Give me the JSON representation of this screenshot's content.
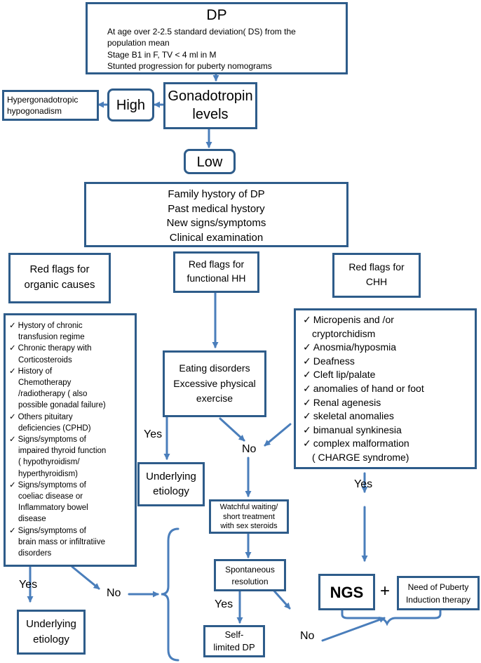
{
  "colors": {
    "line": "#4a7ebb",
    "box_border": "#2e5c8a"
  },
  "dp": {
    "title": "DP",
    "lines": [
      "At age over  2-2.5 standard deviation( DS) from the",
      "population mean",
      "Stage B1  in F, TV < 4 ml in M",
      "Stunted  progression for puberty nomograms"
    ]
  },
  "gonadotropin": {
    "line1": "Gonadotropin",
    "line2": "levels"
  },
  "high": "High",
  "hyper": {
    "line1": "Hypergonadotropic",
    "line2": "hypogonadism"
  },
  "low": "Low",
  "history": [
    "Family hystory of DP",
    "Past medical hystory",
    "New signs/symptoms",
    "Clinical examination"
  ],
  "red_flags": {
    "organic": [
      "Red flags for",
      "organic causes"
    ],
    "functional": [
      "Red flags for",
      "functional HH"
    ],
    "chh": [
      "Red flags for",
      "CHH"
    ]
  },
  "organic_list": [
    {
      "check": true,
      "text": "Hystory of  chronic"
    },
    {
      "check": false,
      "text": "transfusion regime"
    },
    {
      "check": true,
      "text": "Chronic therapy with"
    },
    {
      "check": false,
      "text": "Corticosteroids"
    },
    {
      "check": true,
      "text": "History of"
    },
    {
      "check": false,
      "text": "Chemotherapy"
    },
    {
      "check": false,
      "text": "/radiotherapy  ( also"
    },
    {
      "check": false,
      "text": "possible gonadal failure)"
    },
    {
      "check": true,
      "text": "Others pituitary"
    },
    {
      "check": false,
      "text": "deficiencies (CPHD)"
    },
    {
      "check": true,
      "text": "Signs/symptoms of"
    },
    {
      "check": false,
      "text": "impaired thyroid function"
    },
    {
      "check": false,
      "text": "( hypothyroidism/"
    },
    {
      "check": false,
      "text": "hyperthyroidism)"
    },
    {
      "check": true,
      "text": "Signs/symptoms of"
    },
    {
      "check": false,
      "text": "coeliac disease  or"
    },
    {
      "check": false,
      "text": "Inflammatory bowel"
    },
    {
      "check": false,
      "text": "disease"
    },
    {
      "check": true,
      "text": "Signs/symptoms of"
    },
    {
      "check": false,
      "text": "brain mass or  infiltratiive"
    },
    {
      "check": false,
      "text": "disorders"
    }
  ],
  "eating": [
    "Eating disorders",
    "Excessive physical",
    "exercise"
  ],
  "chh_list": [
    {
      "check": true,
      "text": "Micropenis and /or"
    },
    {
      "check": false,
      "text": "cryptorchidism"
    },
    {
      "check": true,
      "text": "Anosmia/hyposmia"
    },
    {
      "check": true,
      "text": "Deafness"
    },
    {
      "check": true,
      "text": "Cleft lip/palate"
    },
    {
      "check": true,
      "text": "anomalies of hand or foot"
    },
    {
      "check": true,
      "text": "Renal agenesis"
    },
    {
      "check": true,
      "text": "skeletal anomalies"
    },
    {
      "check": true,
      "text": "bimanual synkinesia"
    },
    {
      "check": true,
      "text": "complex malformation"
    },
    {
      "check": false,
      "text": "( CHARGE syndrome)"
    }
  ],
  "labels": {
    "yes": "Yes",
    "no": "No",
    "plus": "+",
    "ngs": "NGS"
  },
  "underlying": [
    "Underlying",
    "etiology"
  ],
  "watchful": [
    "Watchful waiting/",
    "short treatment",
    "with sex steroids"
  ],
  "spontaneous": [
    "Spontaneous",
    "resolution"
  ],
  "self_limited": [
    "Self-",
    "limited DP"
  ],
  "puberty": [
    "Need of Puberty",
    "Induction therapy"
  ]
}
